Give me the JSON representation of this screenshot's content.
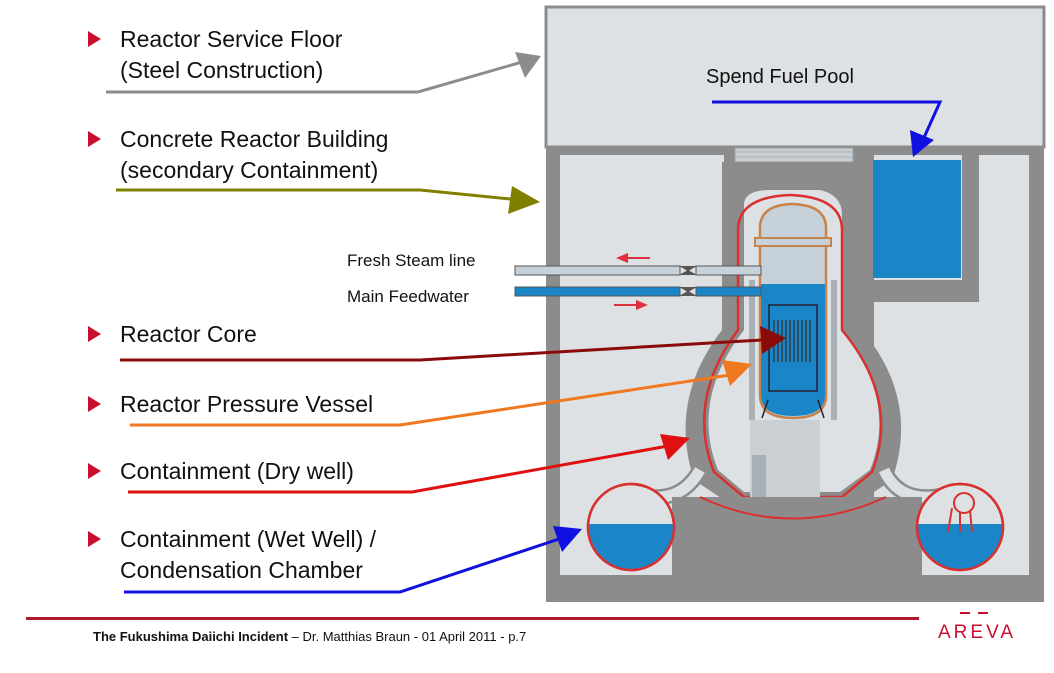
{
  "labels": {
    "service_floor": [
      "Reactor Service Floor",
      "(Steel Construction)"
    ],
    "building": [
      "Concrete Reactor Building",
      "(secondary Containment)"
    ],
    "core": "Reactor Core",
    "rpv": "Reactor Pressure Vessel",
    "drywell": "Containment (Dry well)",
    "wetwell": [
      "Containment (Wet Well) /",
      "Condensation Chamber"
    ]
  },
  "pipes": {
    "steam": "Fresh Steam line",
    "feedwater": "Main Feedwater"
  },
  "pool": "Spend Fuel Pool",
  "footer": {
    "title": "The Fukushima Daiichi Incident",
    "rest": " – Dr. Matthias Braun - 01 April 2011 - p.7"
  },
  "logo": "AREVA",
  "colors": {
    "bullet": "#c8102e",
    "service_floor_arrow": "#8c8c8c",
    "building_arrow": "#808000",
    "core_arrow": "#8b0a0a",
    "rpv_arrow": "#f07820",
    "drywell_arrow": "#e01010",
    "wetwell_arrow": "#1010e0",
    "pool_arrow": "#1010e0",
    "water": "#1a86c8",
    "concrete": "#8c8c8c",
    "interior": "#dde1e3"
  }
}
